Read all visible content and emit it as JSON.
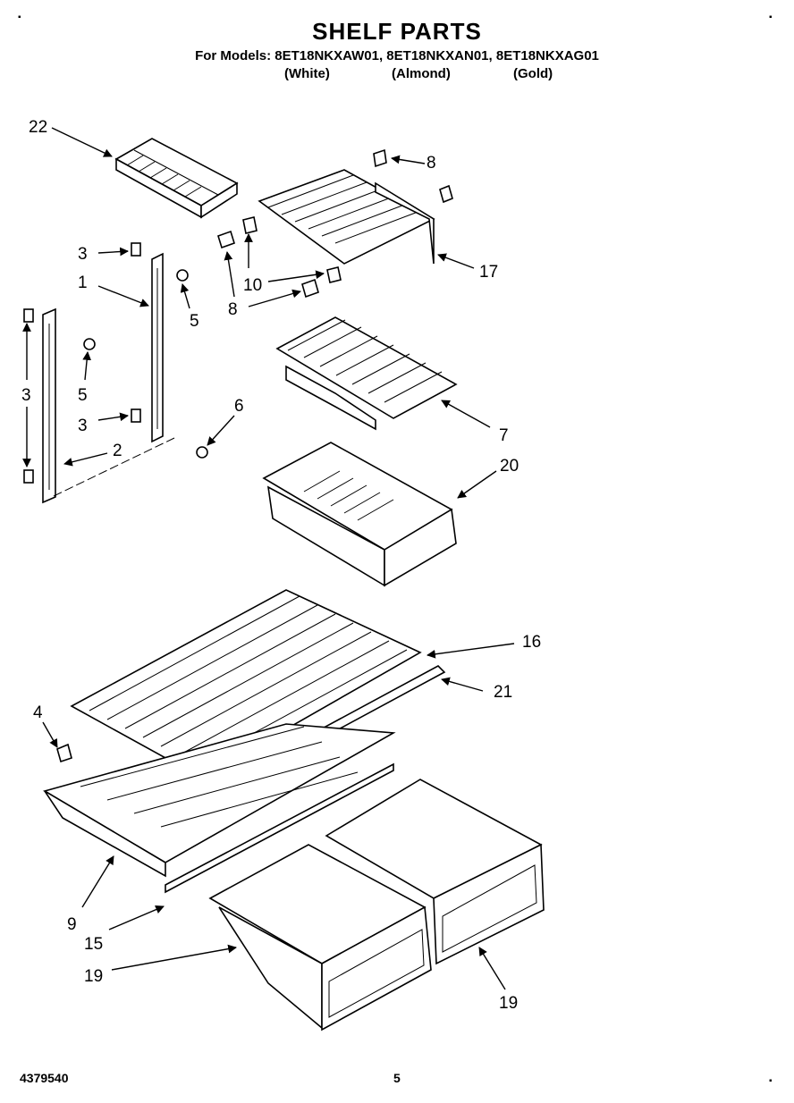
{
  "header": {
    "title": "SHELF PARTS",
    "models": "For Models: 8ET18NKXAW01, 8ET18NKXAN01, 8ET18NKXAG01",
    "color_white": "(White)",
    "color_almond": "(Almond)",
    "color_gold": "(Gold)"
  },
  "callouts": {
    "c22": "22",
    "c8a": "8",
    "c17": "17",
    "c3a": "3",
    "c1": "1",
    "c5a": "5",
    "c10": "10",
    "c8b": "8",
    "c3b": "3",
    "c5b": "5",
    "c3c": "3",
    "c6": "6",
    "c2": "2",
    "c7": "7",
    "c20": "20",
    "c16": "16",
    "c21": "21",
    "c4": "4",
    "c9": "9",
    "c15": "15",
    "c19a": "19",
    "c19b": "19"
  },
  "footer": {
    "doc_number": "4379540",
    "page": "5"
  }
}
